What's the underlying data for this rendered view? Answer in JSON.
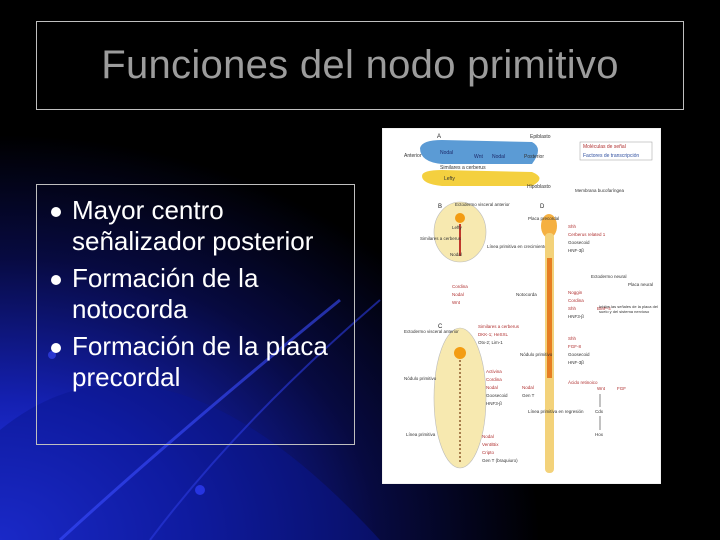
{
  "slide": {
    "title": "Funciones del nodo primitivo",
    "bullets": [
      "Mayor centro señalizador posterior",
      "Formación de la notocorda",
      "Formación de la placa precordal"
    ]
  },
  "figure": {
    "panel_labels": [
      "A",
      "B",
      "C",
      "D"
    ],
    "labels": {
      "a_epiblasto": "Epiblasto",
      "a_anterior": "Anterior",
      "a_nodal": "Nodal",
      "a_wnt": "Wnt",
      "a_nodal2": "Nodal",
      "a_posterior": "Posterior",
      "a_similares": "Similares a cerberus",
      "a_lefty": "Lefty",
      "a_hipoblasto": "Hipoblasto",
      "legend_1": "Moléculas de señal",
      "legend_2": "Factores de transcripción",
      "b_ectodermo": "Ectodermo visceral anterior",
      "b_lefty": "Lefty",
      "b_similares": "Similares a cerberus",
      "b_nodal": "Nodal",
      "b_linea": "Línea primitiva en crecimiento",
      "b_placa": "Placa precordal",
      "d_membrana": "Membrana bucofaríngea",
      "d_shh1": "Shh",
      "d_cerberus": "Cerberus related 1",
      "d_goosecoid": "Goosecoid",
      "d_hnf": "HNF-3β",
      "d_ectodermo": "Ectodermo neural",
      "d_placa_neural": "Placa neural",
      "cordina": "Cordina",
      "nodal_b": "Nodal",
      "wnt_b": "Wnt",
      "notocorda": "Notocorda",
      "noggin": "Noggin",
      "cordina2": "Cordina",
      "shh2": "Shh",
      "hnf2": "HNF3-β",
      "bmp4": "BMP-4",
      "inhibe": "Inhibe las señales de la placa del suelo y del sistema nervioso",
      "c_ectodermo": "Ectodermo visceral anterior",
      "c_similares": "Similares a cerberus",
      "c_dkk": "DKK-1; HeSXL",
      "c_otx": "Otx-2; Lim-1",
      "c_nodulo": "Nódulo primitivo",
      "c_nodulo2": "Nódulo primitivo",
      "c_activina": "Activina",
      "c_cordina": "Cordina",
      "c_nodal": "Nodal",
      "c_goosecoid": "Goosecoid",
      "c_hnf": "HNF3-β",
      "c_nodal2": "Nodal",
      "c_gent": "Gen T",
      "c_linea": "Línea primitiva en regresión",
      "c_linea2": "Línea primitiva",
      "c_nodal3": "Nodal",
      "c_vent": "Vent/Bix",
      "c_cripto": "Cripto",
      "c_gent2": "Gen T (braquiuro)",
      "d_shh3": "Shh",
      "d_fgf": "FGF-8",
      "d_goosecoid2": "Goosecoid",
      "d_hnf3": "HNF-3β",
      "d_acido": "Ácido retinoico",
      "d_wnt": "Wnt",
      "d_fgf2": "FGF",
      "d_cdx": "Cdx",
      "d_hox": "Hox"
    }
  }
}
